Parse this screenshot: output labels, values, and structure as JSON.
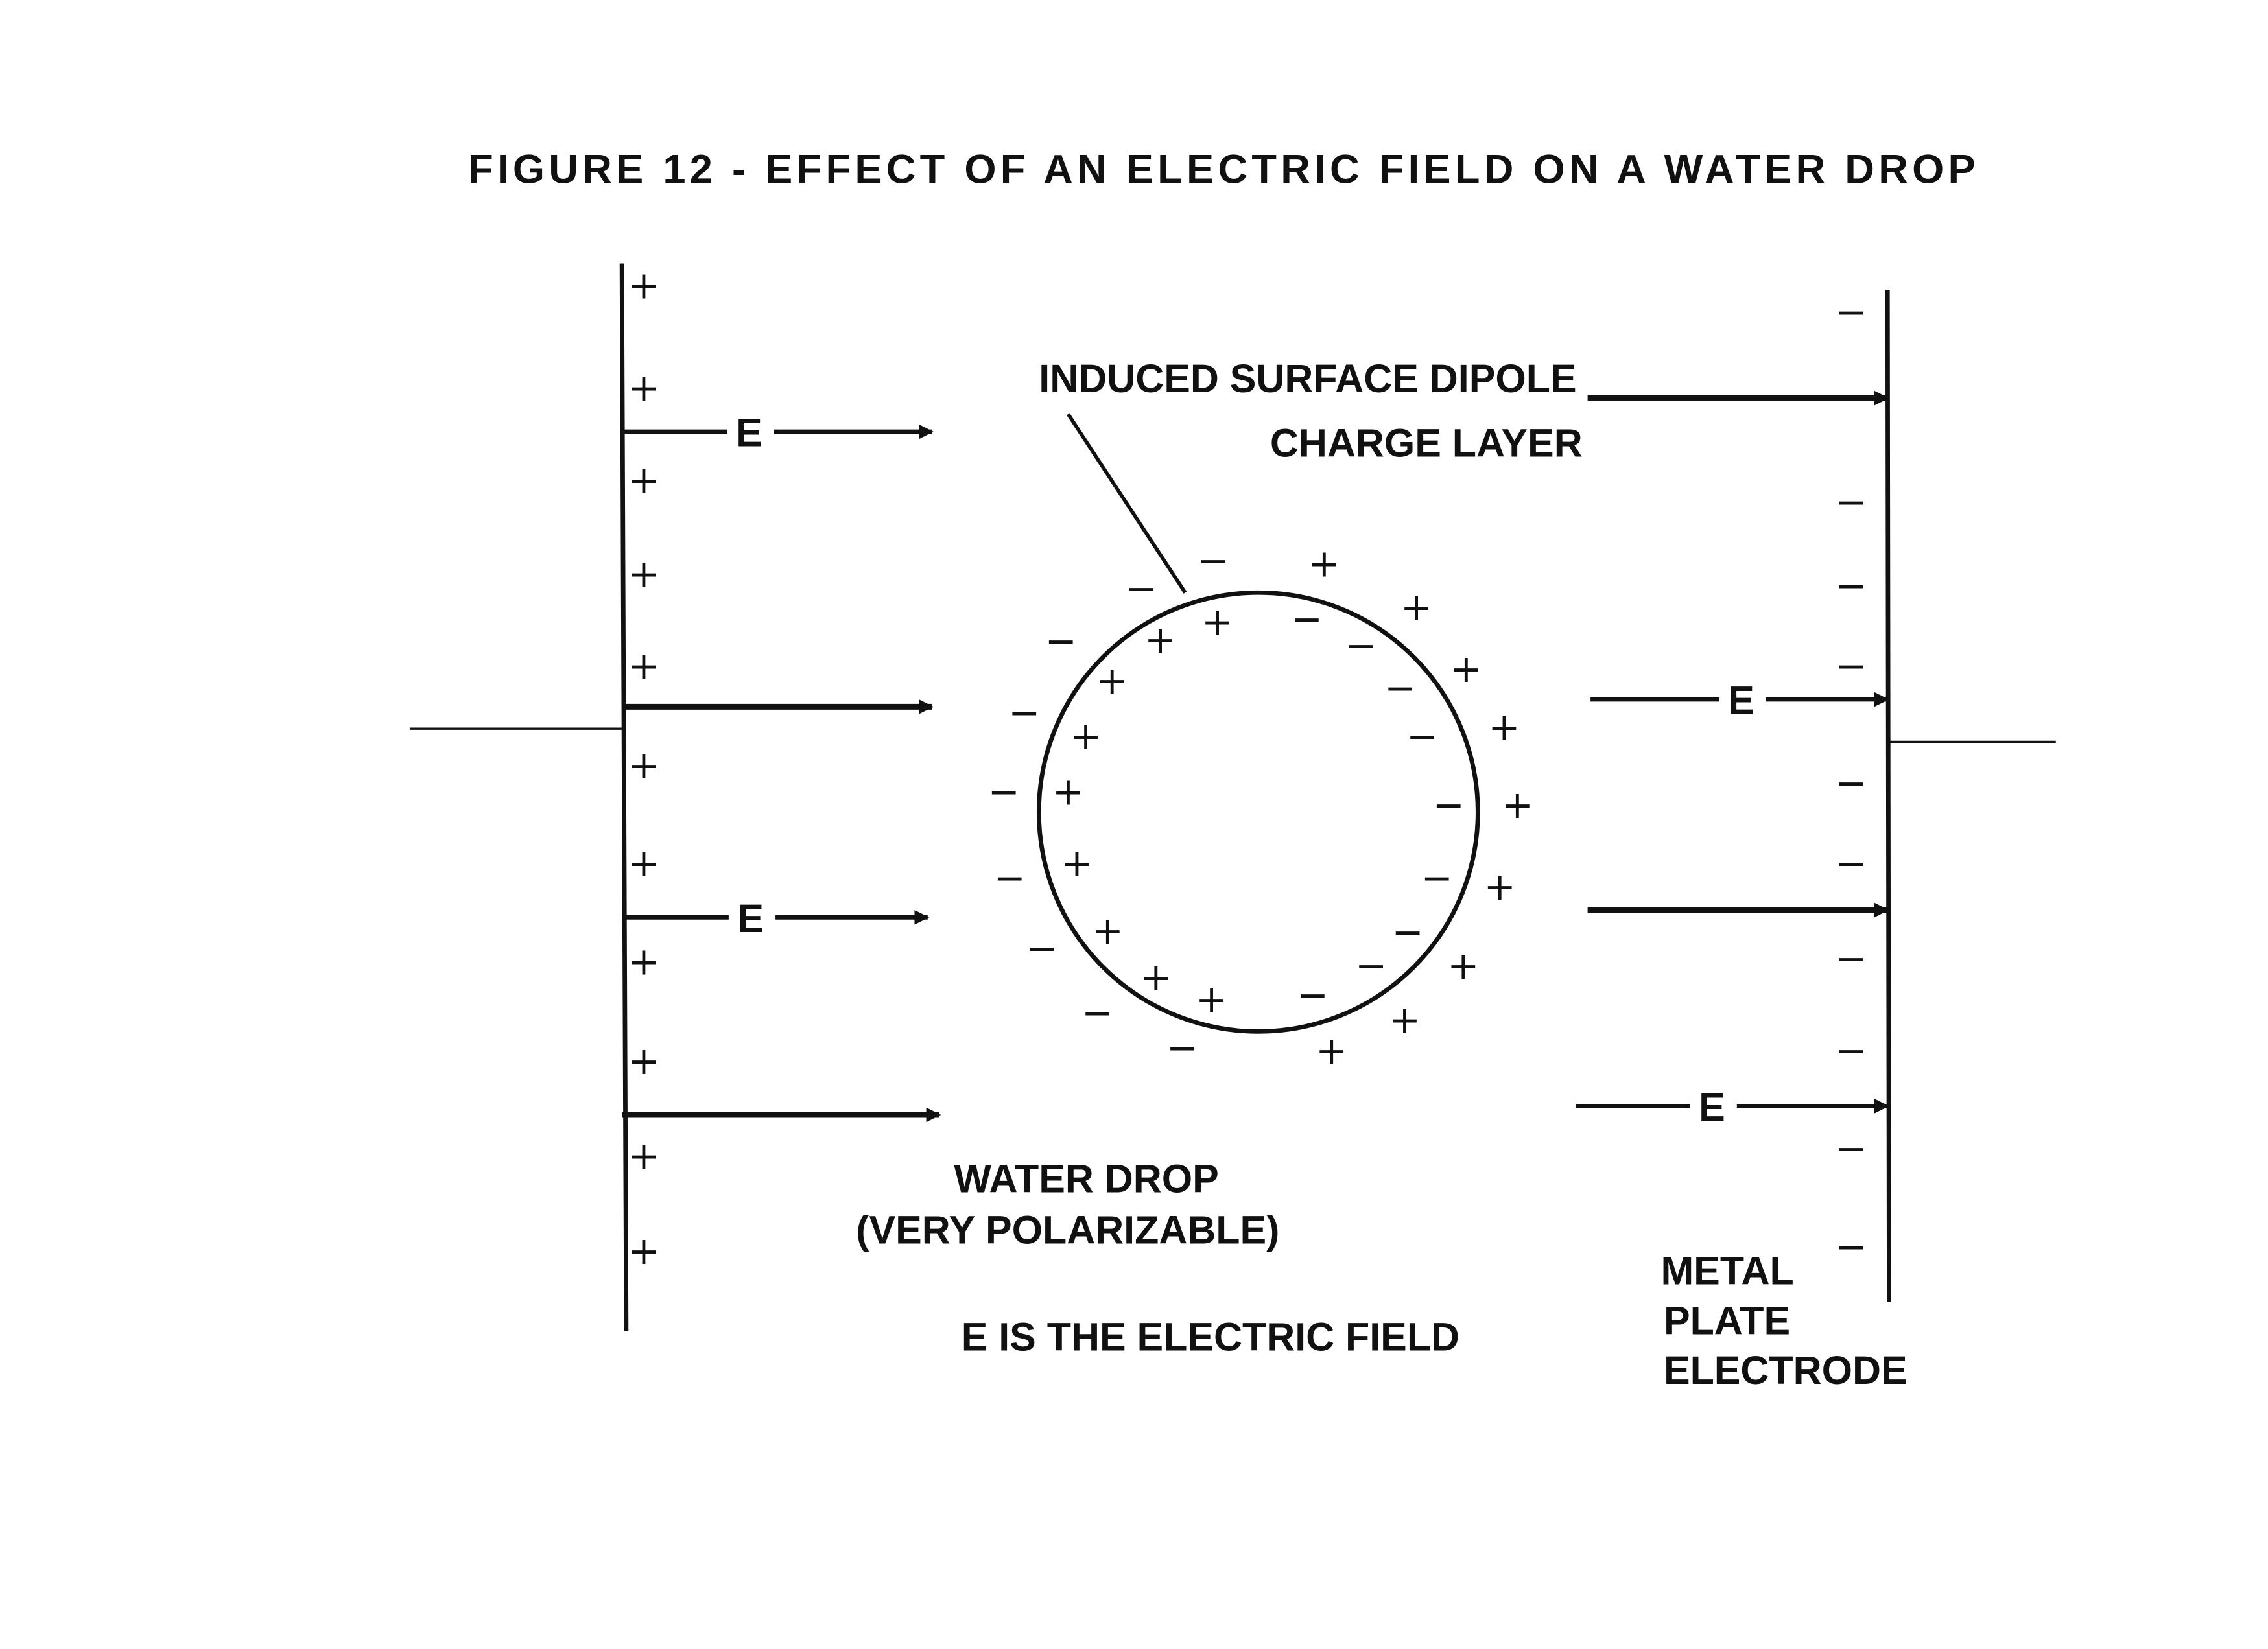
{
  "title": "FIGURE 12 - EFFECT OF AN ELECTRIC FIELD ON A WATER DROP",
  "labels": {
    "dipole_line1": "INDUCED SURFACE DIPOLE",
    "dipole_line2": "CHARGE LAYER",
    "drop_line1": "WATER DROP",
    "drop_line2": "(VERY POLARIZABLE)",
    "field_legend": "E IS THE ELECTRIC FIELD",
    "electrode_line1": "METAL",
    "electrode_line2": "PLATE",
    "electrode_line3": "ELECTRODE",
    "field_symbol": "E"
  },
  "signs": {
    "plus": "+",
    "minus": "−"
  },
  "colors": {
    "ink": "#111111",
    "background": "#ffffff"
  }
}
